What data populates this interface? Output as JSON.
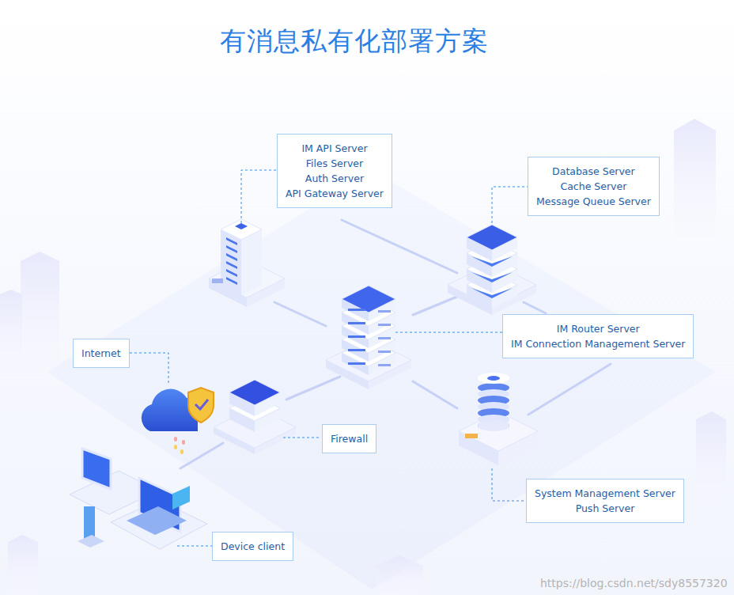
{
  "diagram": {
    "title": "有消息私有化部署方案",
    "nodes": [
      {
        "text": [
          "IM API Server",
          "Files Server",
          "Auth Server",
          "API Gateway Server"
        ]
      },
      {
        "text": [
          "Database Server",
          "Cache Server",
          "Message Queue Server"
        ]
      },
      {
        "text": [
          "Internet"
        ]
      },
      {
        "text": [
          "IM Router Server",
          "IM Connection Management Server"
        ]
      },
      {
        "text": [
          "Firewall"
        ]
      },
      {
        "text": [
          "System Management Server",
          "Push Server"
        ]
      },
      {
        "text": [
          "Device client"
        ]
      }
    ],
    "labels": [
      "https://blog.csdn.net/sdy8557320"
    ]
  }
}
